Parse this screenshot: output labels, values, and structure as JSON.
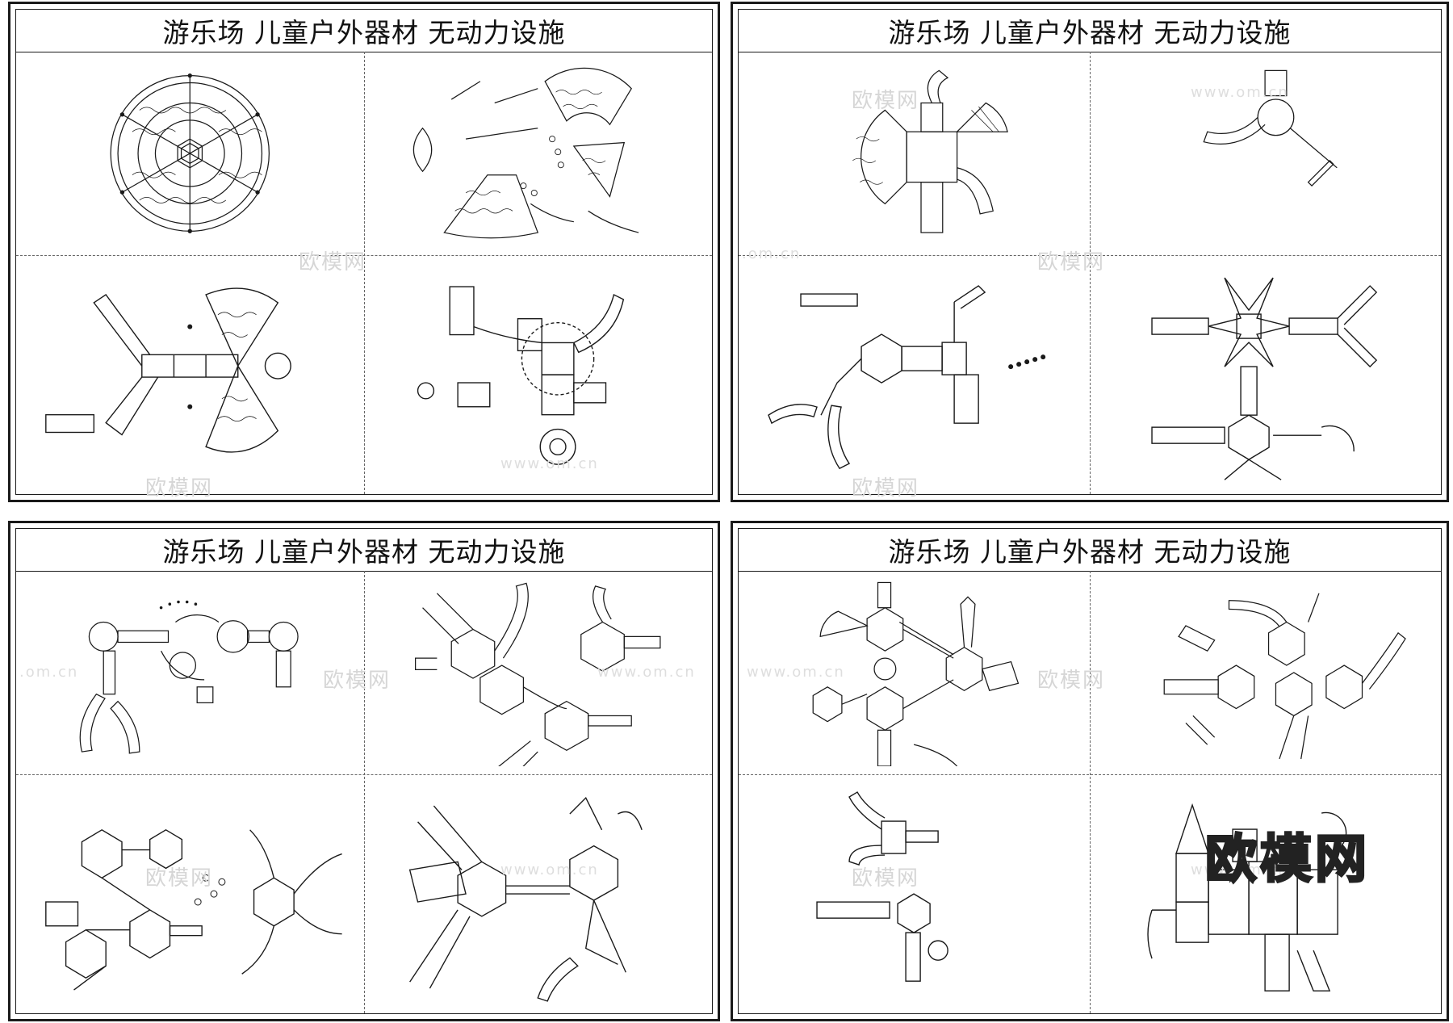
{
  "sheets": [
    {
      "title": "游乐场  儿童户外器材  无动力设施"
    },
    {
      "title": "游乐场  儿童户外器材  无动力设施"
    },
    {
      "title": "游乐场  儿童户外器材  无动力设施"
    },
    {
      "title": "游乐场  儿童户外器材  无动力设施"
    }
  ],
  "watermarks": {
    "cn": "欧模网",
    "url": "www.om.cn",
    "dot_cn": ".om.cn"
  },
  "brand_watermark": "欧模网",
  "colors": {
    "line": "#1a1a1a",
    "divider": "#666666",
    "watermark": "#d6d6d6",
    "background": "#ffffff"
  }
}
